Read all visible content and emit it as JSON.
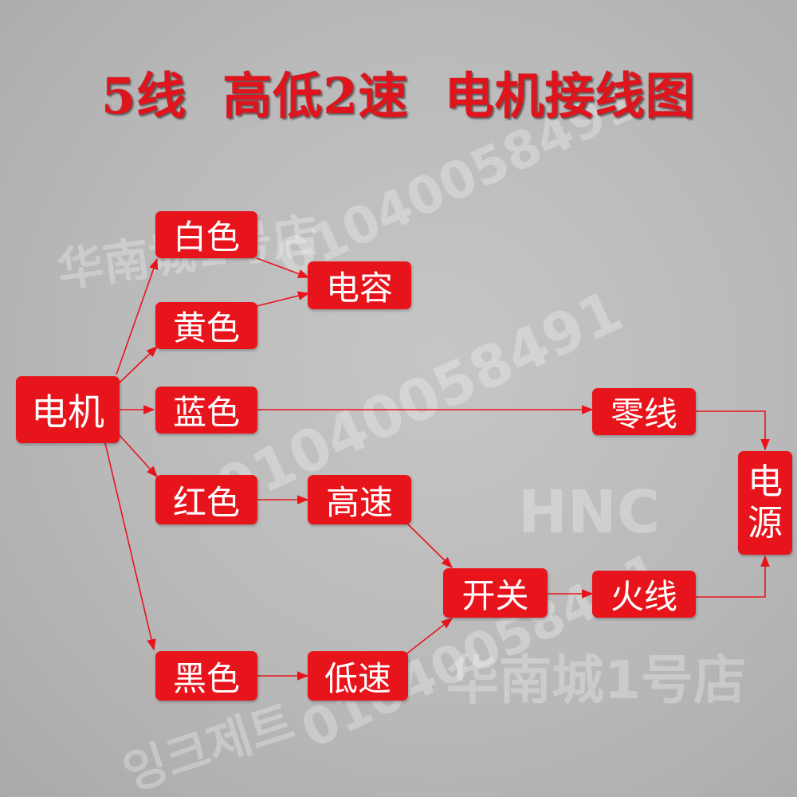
{
  "title": "5线  高低2速  电机接线图",
  "nodes": {
    "motor": "电机",
    "white": "白色",
    "yellow": "黄色",
    "blue": "蓝色",
    "red": "红色",
    "black": "黑色",
    "capacitor": "电容",
    "high_speed": "高速",
    "low_speed": "低速",
    "switch": "开关",
    "neutral": "零线",
    "live": "火线",
    "power_1": "电",
    "power_2": "源"
  },
  "watermark": {
    "phone_1": "01040058491",
    "phone_2": "01040058491",
    "phone_3": "01040058491",
    "brand": "HNC",
    "shop_1": "华南城1号店",
    "shop_2": "华南城1号店",
    "korean": "잉크제트"
  },
  "colors": {
    "node_fill": "#e8141c",
    "node_text": "#ffffff",
    "wire": "#e8141c",
    "title": "#e0141c",
    "background": "#bebebe"
  }
}
